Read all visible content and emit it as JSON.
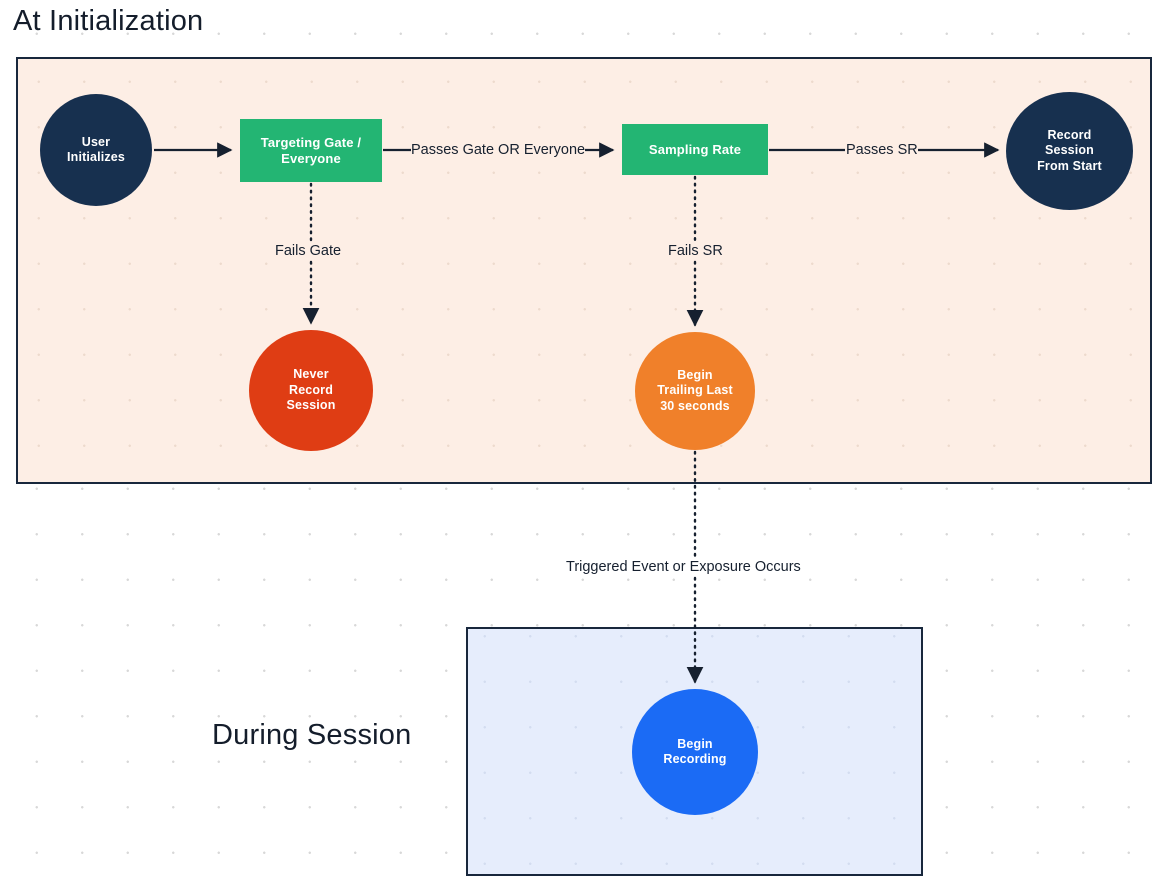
{
  "diagram": {
    "title_top": "At Initialization",
    "title_bottom": "During Session",
    "colors": {
      "navy": "#17304f",
      "green": "#23b573",
      "red": "#df3d14",
      "orange": "#f0802a",
      "blue": "#1b6bf5",
      "panel_init_bg": "#fdeee5",
      "panel_session_bg": "#e6edfc",
      "panel_border": "#18273c",
      "text_dark": "#16202f"
    },
    "panels": [
      {
        "name": "At Initialization",
        "fill": "#fdeee5"
      },
      {
        "name": "During Session",
        "fill": "#e6edfc"
      }
    ],
    "nodes": [
      {
        "id": "user",
        "label": "User\nInitializes",
        "shape": "circle",
        "color": "#17304f"
      },
      {
        "id": "gate",
        "label": "Targeting Gate /\nEveryone",
        "shape": "rect",
        "color": "#23b573"
      },
      {
        "id": "sampling",
        "label": "Sampling Rate",
        "shape": "rect",
        "color": "#23b573"
      },
      {
        "id": "record",
        "label": "Record\nSession\nFrom Start",
        "shape": "circle",
        "color": "#17304f"
      },
      {
        "id": "never",
        "label": "Never\nRecord\nSession",
        "shape": "circle",
        "color": "#df3d14"
      },
      {
        "id": "trailing",
        "label": "Begin\nTrailing Last\n30 seconds",
        "shape": "circle",
        "color": "#f0802a"
      },
      {
        "id": "beginrec",
        "label": "Begin\nRecording",
        "shape": "circle",
        "color": "#1b6bf5"
      }
    ],
    "node_labels": {
      "user_line1": "User",
      "user_line2": "Initializes",
      "gate_line1": "Targeting Gate /",
      "gate_line2": "Everyone",
      "sampling": "Sampling Rate",
      "record_line1": "Record",
      "record_line2": "Session",
      "record_line3": "From Start",
      "never_line1": "Never",
      "never_line2": "Record",
      "never_line3": "Session",
      "trailing_line1": "Begin",
      "trailing_line2": "Trailing Last",
      "trailing_line3": "30 seconds",
      "beginrec_line1": "Begin",
      "beginrec_line2": "Recording"
    },
    "edges": [
      {
        "from": "user",
        "to": "gate",
        "label": "",
        "style": "solid"
      },
      {
        "from": "gate",
        "to": "sampling",
        "label": "Passes Gate OR Everyone",
        "style": "solid"
      },
      {
        "from": "sampling",
        "to": "record",
        "label": "Passes SR",
        "style": "solid"
      },
      {
        "from": "gate",
        "to": "never",
        "label": "Fails Gate",
        "style": "dotted"
      },
      {
        "from": "sampling",
        "to": "trailing",
        "label": "Fails SR",
        "style": "dotted"
      },
      {
        "from": "trailing",
        "to": "beginrec",
        "label": "Triggered Event or Exposure Occurs",
        "style": "dotted"
      }
    ],
    "edge_labels": {
      "passes_gate": "Passes Gate OR Everyone",
      "passes_sr": "Passes SR",
      "fails_gate": "Fails Gate",
      "fails_sr": "Fails SR",
      "triggered": "Triggered Event or Exposure Occurs"
    }
  }
}
